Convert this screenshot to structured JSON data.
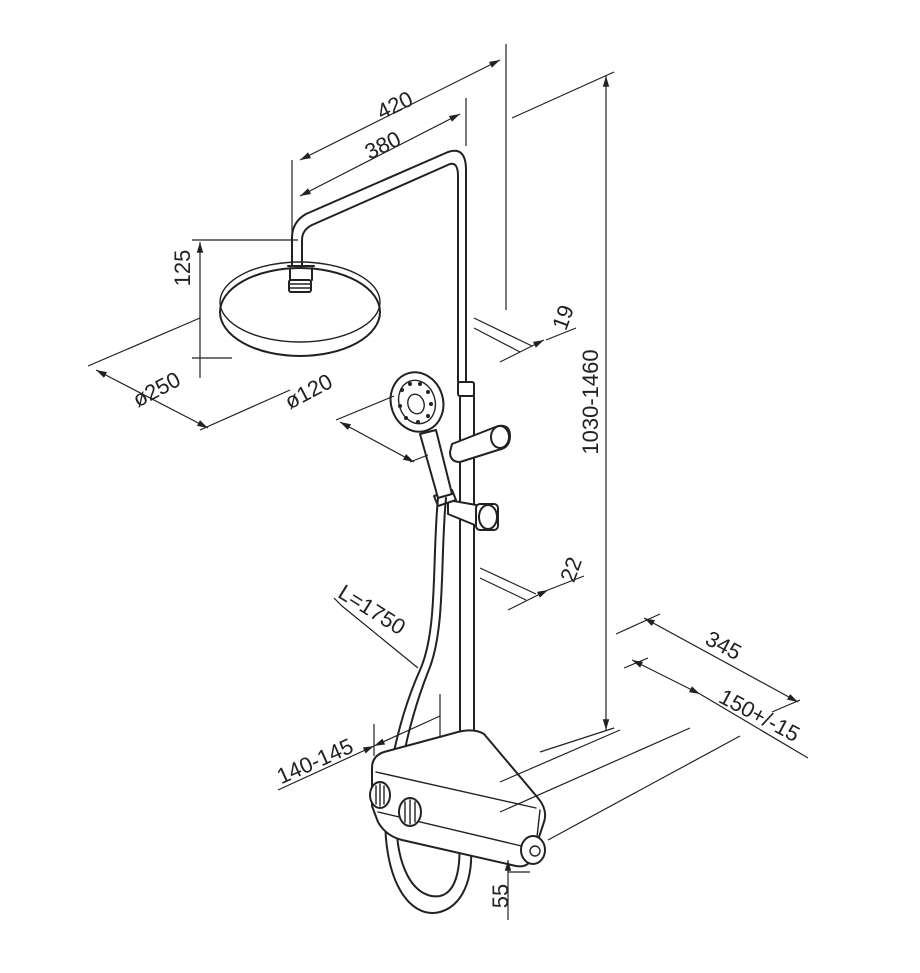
{
  "dimensions": {
    "d420": "420",
    "d380": "380",
    "d125": "125",
    "d250": "ø250",
    "d120": "ø120",
    "d19": "19",
    "d1030": "1030-1460",
    "d22": "22",
    "dL": "L=1750",
    "d345": "345",
    "d150": "150+/-15",
    "d140": "140-145",
    "d55": "55"
  },
  "colors": {
    "line": "#222222",
    "background": "#ffffff"
  }
}
